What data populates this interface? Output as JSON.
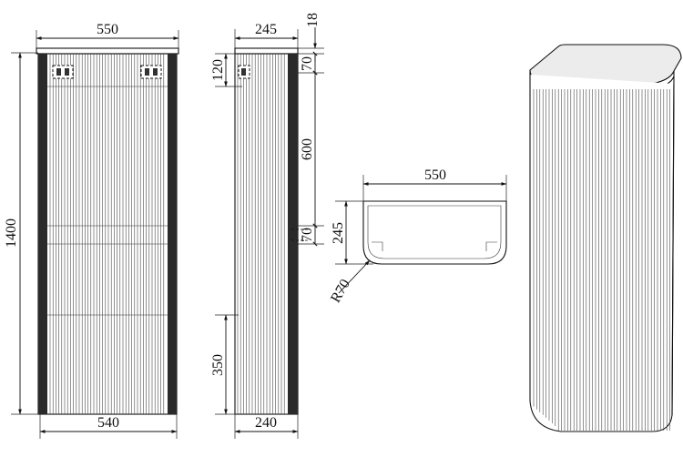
{
  "front_view": {
    "width_top": "550",
    "width_bottom": "540",
    "height": "1400"
  },
  "side_view": {
    "depth_top": "245",
    "top_thickness": "18",
    "bracket_offset": "120",
    "upper_gap": "70",
    "shelf_spacing": "600",
    "lower_gap": "70",
    "bottom_height": "350",
    "depth_bottom": "240"
  },
  "top_view": {
    "width": "550",
    "depth": "245",
    "corner_radius": "R70"
  },
  "colors": {
    "line": "#111111",
    "top_shading": "#e8e8e8",
    "flute": "#3a3a3a"
  }
}
